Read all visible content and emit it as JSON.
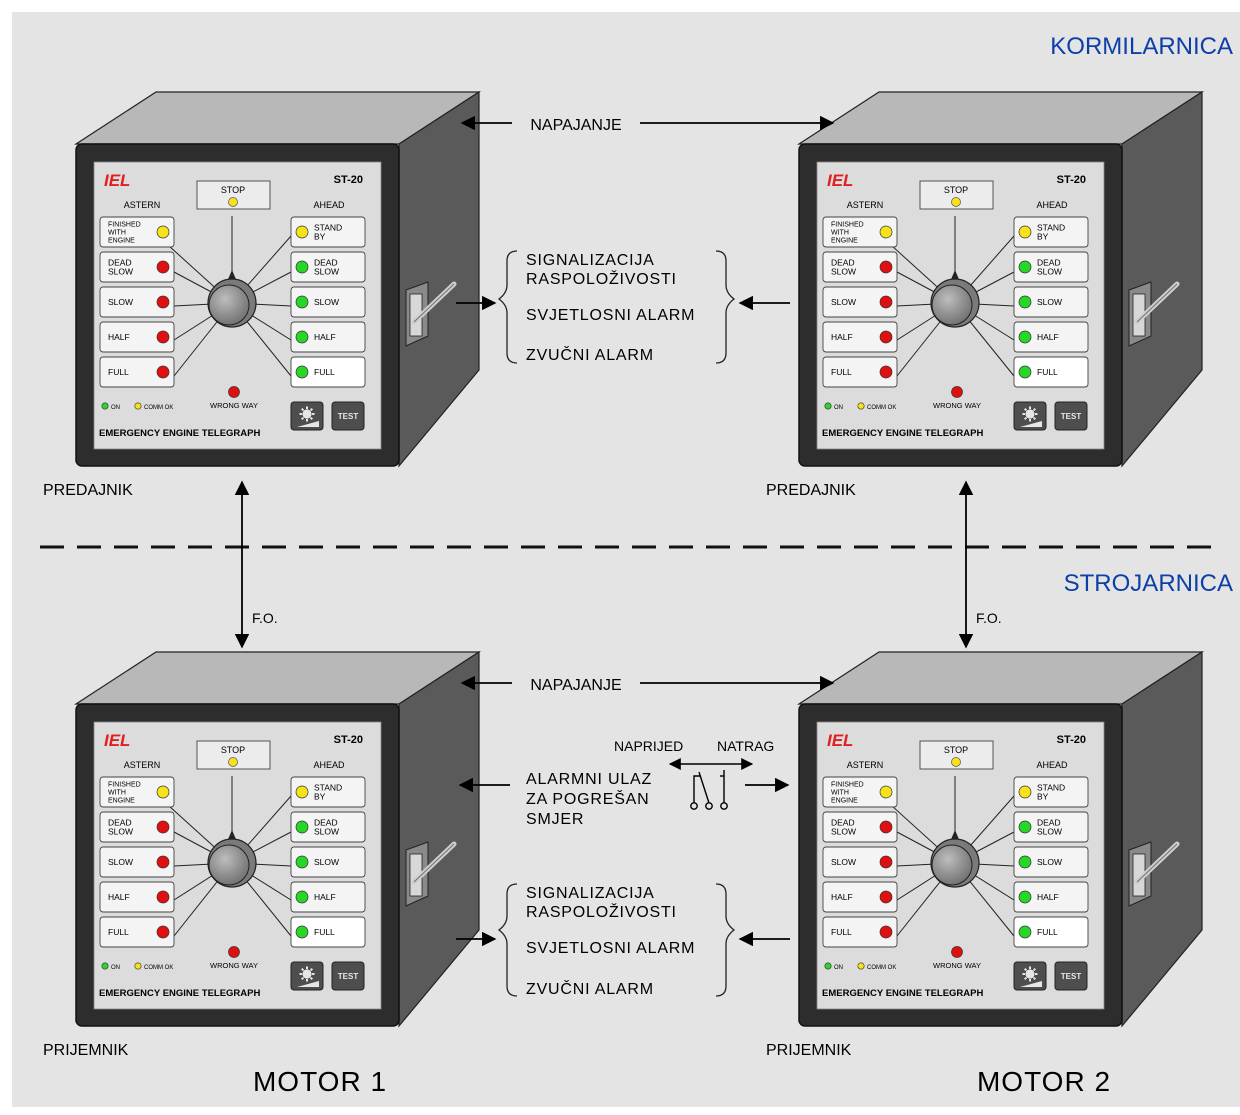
{
  "zones": {
    "top": "KORMILARNICA",
    "bottom": "STROJARNICA"
  },
  "device": {
    "brand": "IEL",
    "model": "ST-20",
    "stop": "STOP",
    "astern_title": "ASTERN",
    "ahead_title": "AHEAD",
    "astern_buttons": [
      {
        "lines": [
          "FINISHED",
          "WITH",
          "ENGINE"
        ],
        "led": "#f5e21b"
      },
      {
        "lines": [
          "DEAD",
          "SLOW"
        ],
        "led": "#e01010"
      },
      {
        "lines": [
          "SLOW"
        ],
        "led": "#e01010"
      },
      {
        "lines": [
          "HALF"
        ],
        "led": "#e01010"
      },
      {
        "lines": [
          "FULL"
        ],
        "led": "#e01010"
      }
    ],
    "ahead_buttons": [
      {
        "lines": [
          "STAND",
          "BY"
        ],
        "led": "#f5e21b"
      },
      {
        "lines": [
          "DEAD",
          "SLOW"
        ],
        "led": "#28d628"
      },
      {
        "lines": [
          "SLOW"
        ],
        "led": "#28d628"
      },
      {
        "lines": [
          "HALF"
        ],
        "led": "#28d628"
      },
      {
        "lines": [
          "FULL"
        ],
        "led": "#28d628"
      }
    ],
    "wrong_way": "WRONG WAY",
    "on_label": "ON",
    "comm_label": "COMM OK",
    "test_label": "TEST",
    "footer": "EMERGENCY ENGINE TELEGRAPH",
    "colors": {
      "on": "#28d628",
      "comm": "#f5e21b",
      "wrong": "#e01010"
    }
  },
  "units": [
    {
      "caption": "PREDAJNIK"
    },
    {
      "caption": "PREDAJNIK"
    },
    {
      "caption": "PRIJEMNIK"
    },
    {
      "caption": "PRIJEMNIK"
    }
  ],
  "labels": {
    "power": "NAPAJANJE",
    "fiber": "F.O.",
    "signal_lines": [
      "SIGNALIZACIJA",
      "RASPOLOŽIVOSTI"
    ],
    "light_alarm": "SVJETLOSNI ALARM",
    "sound_alarm": "ZVUČNI ALARM",
    "wrong_dir_lines": [
      "ALARMNI ULAZ",
      "ZA POGREŠAN",
      "SMJER"
    ],
    "forward": "NAPRIJED",
    "reverse": "NATRAG"
  },
  "motors": [
    "MOTOR 1",
    "MOTOR 2"
  ]
}
